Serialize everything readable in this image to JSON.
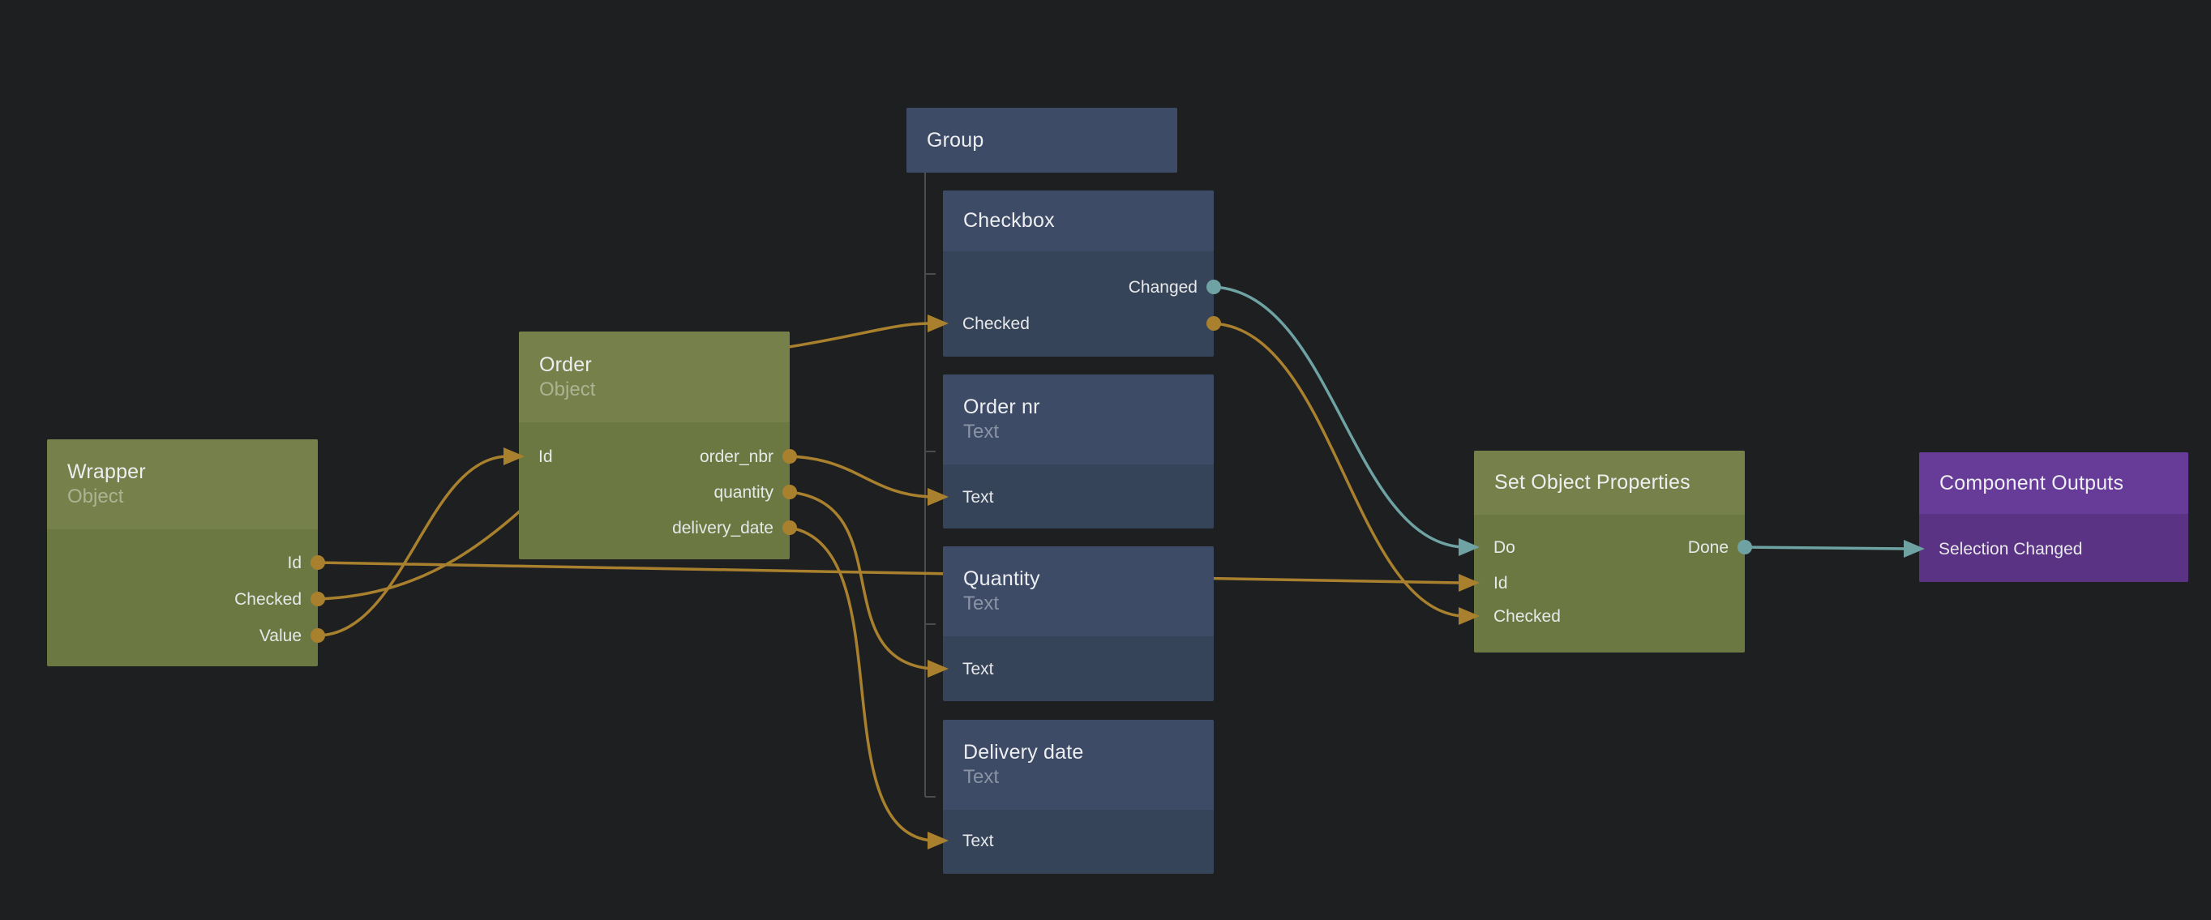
{
  "canvas": {
    "background_color": "#1e1f20"
  },
  "colors": {
    "data_connection": "#a9812e",
    "signal_connection": "#6fa2a3",
    "object_node_header": "#75804a",
    "object_node_body": "#6c7841",
    "visual_node_header": "#3d4b67",
    "visual_node_body": "#364459",
    "component_output_header": "#673c99",
    "component_output_body": "#5a3385",
    "group_child_line": "#4c4c4d"
  },
  "nodes": {
    "wrapper": {
      "title": "Wrapper",
      "subtitle": "Object",
      "ports": {
        "id": "Id",
        "checked": "Checked",
        "value": "Value"
      }
    },
    "order": {
      "title": "Order",
      "subtitle": "Object",
      "ports": {
        "id": "Id",
        "order_nbr": "order_nbr",
        "quantity": "quantity",
        "delivery_date": "delivery_date"
      }
    },
    "group": {
      "title": "Group"
    },
    "checkbox": {
      "title": "Checkbox",
      "ports": {
        "changed": "Changed",
        "checked": "Checked"
      }
    },
    "order_nr": {
      "title": "Order nr",
      "subtitle": "Text",
      "ports": {
        "text": "Text"
      }
    },
    "quantity": {
      "title": "Quantity",
      "subtitle": "Text",
      "ports": {
        "text": "Text"
      }
    },
    "delivery_date": {
      "title": "Delivery date",
      "subtitle": "Text",
      "ports": {
        "text": "Text"
      }
    },
    "set_object_properties": {
      "title": "Set Object Properties",
      "ports": {
        "do": "Do",
        "id": "Id",
        "checked": "Checked",
        "done": "Done"
      }
    },
    "component_outputs": {
      "title": "Component Outputs",
      "ports": {
        "selection_changed": "Selection Changed"
      }
    }
  },
  "connections": [
    {
      "from": "wrapper.id",
      "to": "set_object_properties.id",
      "type": "data"
    },
    {
      "from": "wrapper.checked",
      "to": "checkbox.checked",
      "type": "data"
    },
    {
      "from": "wrapper.value",
      "to": "order.id",
      "type": "data"
    },
    {
      "from": "order.order_nbr",
      "to": "order_nr.text",
      "type": "data"
    },
    {
      "from": "order.quantity",
      "to": "quantity.text",
      "type": "data"
    },
    {
      "from": "order.delivery_date",
      "to": "delivery_date.text",
      "type": "data"
    },
    {
      "from": "checkbox.changed",
      "to": "set_object_properties.do",
      "type": "signal"
    },
    {
      "from": "checkbox.checked",
      "to": "set_object_properties.checked",
      "type": "data"
    },
    {
      "from": "set_object_properties.done",
      "to": "component_outputs.selection_changed",
      "type": "signal"
    },
    {
      "parent": "group",
      "children": [
        "checkbox",
        "order_nr",
        "quantity",
        "delivery_date"
      ]
    }
  ]
}
